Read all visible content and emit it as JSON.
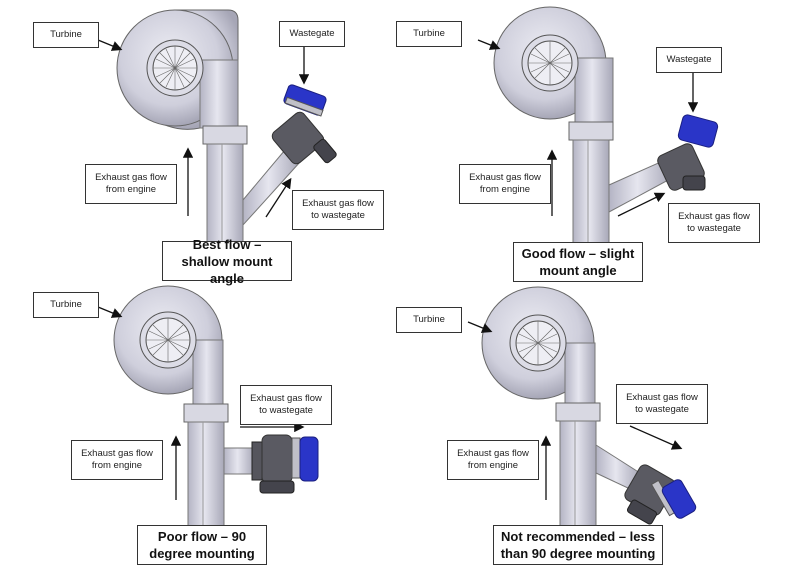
{
  "document": {
    "top_line_text": "",
    "colors": {
      "metal": "#c9c9d6",
      "metal_dark": "#8e8e9c",
      "outline": "#555560",
      "wastegate_blue": "#2a35c8",
      "wastegate_body": "#5a5a62",
      "label_border": "#333333"
    }
  },
  "panels": [
    {
      "id": "best",
      "labels": {
        "turbine": "Turbine",
        "wastegate": "Wastegate",
        "from_engine": "Exhaust gas flow from engine",
        "to_wastegate": "Exhaust gas flow to wastegate"
      },
      "caption": "Best flow – shallow mount angle",
      "mount_angle_description": "shallow"
    },
    {
      "id": "good",
      "labels": {
        "turbine": "Turbine",
        "wastegate": "Wastegate",
        "from_engine": "Exhaust gas flow from engine",
        "to_wastegate": "Exhaust gas flow to wastegate"
      },
      "caption": "Good flow – slight mount angle",
      "mount_angle_description": "slight"
    },
    {
      "id": "poor",
      "labels": {
        "turbine": "Turbine",
        "from_engine": "Exhaust gas flow from engine",
        "to_wastegate": "Exhaust gas flow to wastegate"
      },
      "caption": "Poor flow – 90 degree mounting",
      "mount_angle_description": "90 degree"
    },
    {
      "id": "not-recommended",
      "labels": {
        "turbine": "Turbine",
        "from_engine": "Exhaust gas flow from engine",
        "to_wastegate": "Exhaust gas flow to wastegate"
      },
      "caption": "Not recommended – less than 90 degree mounting",
      "mount_angle_description": "less than 90 degree"
    }
  ]
}
